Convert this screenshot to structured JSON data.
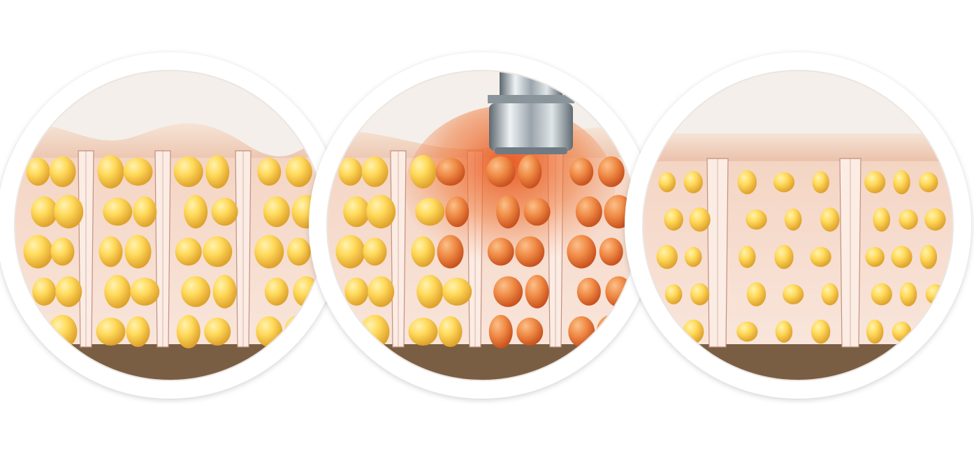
{
  "panels": [
    {
      "id": "before",
      "state": "uneven-surface"
    },
    {
      "id": "treatment",
      "state": "heating",
      "device": "applicator-head"
    },
    {
      "id": "after",
      "state": "smooth-surface"
    }
  ],
  "colors": {
    "background": "#ffffff",
    "frame": "#ffffff",
    "frame_shadow": "#d9d9d9",
    "sky": "#f4efea",
    "skin_top": "#f3dccb",
    "skin_tint": "#e9c1a9",
    "tissue": "#f6ddd0",
    "septa": "#fbece4",
    "septa_edge": "#c48f7f",
    "fat_light": "#ffe27a",
    "fat_mid": "#f7c646",
    "fat_dark": "#d89a2a",
    "heated_light": "#f7a463",
    "heated_dark": "#d45a22",
    "heat_glow": "#e9551e",
    "muscle": "#7a5e44",
    "metal_light": "#e7ecef",
    "metal_dark": "#6f7a82"
  },
  "icons": [
    "applicator-icon"
  ]
}
